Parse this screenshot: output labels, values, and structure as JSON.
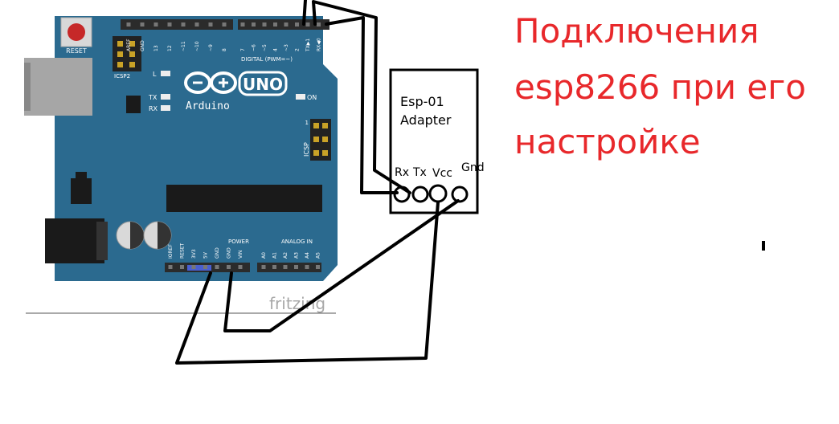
{
  "colors": {
    "board": "#2b6a8f",
    "board_dark": "#1f4f6c",
    "header": "#2b2b2b",
    "title": "#e8282b",
    "wire": "#000000",
    "silk": "#ffffff"
  },
  "title_lines": [
    "Подключения",
    "esp8266 при его",
    "настройке"
  ],
  "adapter": {
    "name": "Esp-01",
    "label": "Adapter",
    "pins": [
      "Rx",
      "Tx",
      "Vcc",
      "Gnd"
    ]
  },
  "board": {
    "logo_text": "UNO",
    "brand": "Arduino",
    "reset": "RESET",
    "icsp2": "ICSP2",
    "icsp": "ICSP",
    "on": "ON",
    "led_l": "L",
    "led_tx": "TX",
    "led_rx": "RX",
    "digital": "DIGITAL (PWM=~)",
    "power": "POWER",
    "analog": "ANALOG IN",
    "digital_pins": [
      "AREF",
      "GND",
      "13",
      "12",
      "~11",
      "~10",
      "~9",
      "8",
      "7",
      "~6",
      "~5",
      "4",
      "~3",
      "2",
      "TX▶1",
      "RX◀0"
    ],
    "power_pins": [
      "IOREF",
      "RESET",
      "3V3",
      "5V",
      "GND",
      "GND",
      "VIN"
    ],
    "analog_pins": [
      "A0",
      "A1",
      "A2",
      "A3",
      "A4",
      "A5"
    ],
    "icsp_one": "1"
  },
  "watermark": "fritzing"
}
